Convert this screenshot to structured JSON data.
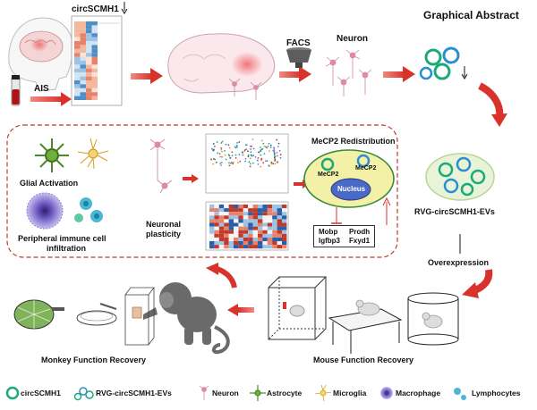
{
  "header": {
    "graphical_abstract_title": "Graphical Abstract"
  },
  "top_row": {
    "heatmap_title": "circSCMH1",
    "ais_label": "AIS",
    "facs_label": "FACS",
    "neuron_label": "Neuron"
  },
  "mechanism_box": {
    "glial_activation": "Glial Activation",
    "peripheral_immune_line1": "Peripheral immune cell",
    "peripheral_immune_line2": "infiltration",
    "neuronal_plasticity_line1": "Neuronal",
    "neuronal_plasticity_line2": "plasticity",
    "mecp2_redistribution": "MeCP2 Redistribution",
    "mecp2_a": "MeCP2",
    "mecp2_b": "MeCP2",
    "nucleus": "Nucleus",
    "genes": [
      "Mobp",
      "Prodh",
      "Igfbp3",
      "Fxyd1"
    ]
  },
  "right_column": {
    "evs_label": "RVG-circSCMH1-EVs",
    "overexpression_label": "Overexpression"
  },
  "bottom_row": {
    "monkey_recovery": "Monkey Function Recovery",
    "mouse_recovery": "Mouse  Function Recovery"
  },
  "legend": {
    "items": [
      "circSCMH1",
      "RVG-circSCMH1-EVs",
      "Neuron",
      "Astrocyte",
      "Microglia",
      "Macrophage",
      "Lymphocytes"
    ]
  },
  "colors": {
    "arrow_red": "#d8322a",
    "circ_green": "#1aa97a",
    "circ_blue": "#2a8fd0",
    "ev_fill": "#e8f3d8",
    "dashed_border": "#c0392b",
    "monkey_gray": "#6a6a6a"
  }
}
